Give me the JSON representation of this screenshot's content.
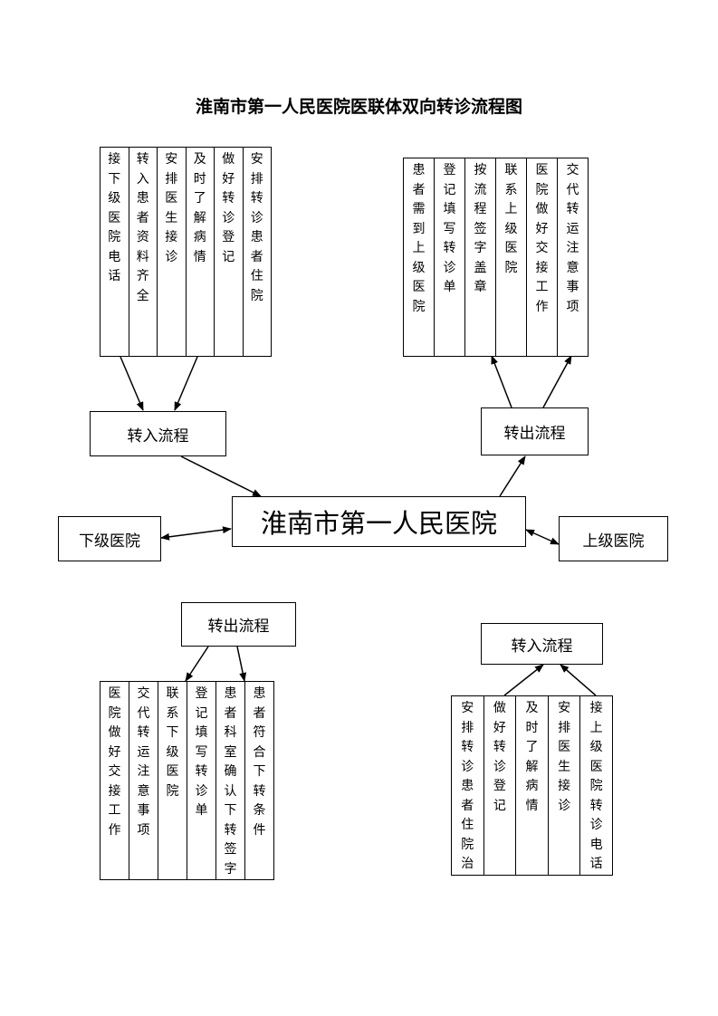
{
  "title": "淮南市第一人民医院医联体双向转诊流程图",
  "center": "淮南市第一人民医院",
  "lower_hospital": "下级医院",
  "upper_hospital": "上级医院",
  "top_left": {
    "label": "转入流程",
    "columns": [
      "接下级医院电话",
      "转入患者资料齐全",
      "安排医生接诊",
      "及时了解病情",
      "做好转诊登记",
      "安排转诊患者住院"
    ]
  },
  "top_right": {
    "label": "转出流程",
    "columns": [
      "患者需到上级医院",
      "登记填写转诊单",
      "按流程签字盖章",
      "联系上级医院",
      "医院做好交接工作",
      "交代转运注意事项"
    ]
  },
  "bottom_left": {
    "label": "转出流程",
    "columns": [
      "医院做好交接工作",
      "交代转运注意事项",
      "联系下级医院",
      "登记填写转诊单",
      "患者科室确认下转签字",
      "患者符合下转条件"
    ]
  },
  "bottom_right": {
    "label": "转入流程",
    "columns": [
      "安排转诊患者住院治",
      "做好转诊登记",
      "及时了解病情",
      "安排医生接诊",
      "接上级医院转诊电话"
    ]
  }
}
